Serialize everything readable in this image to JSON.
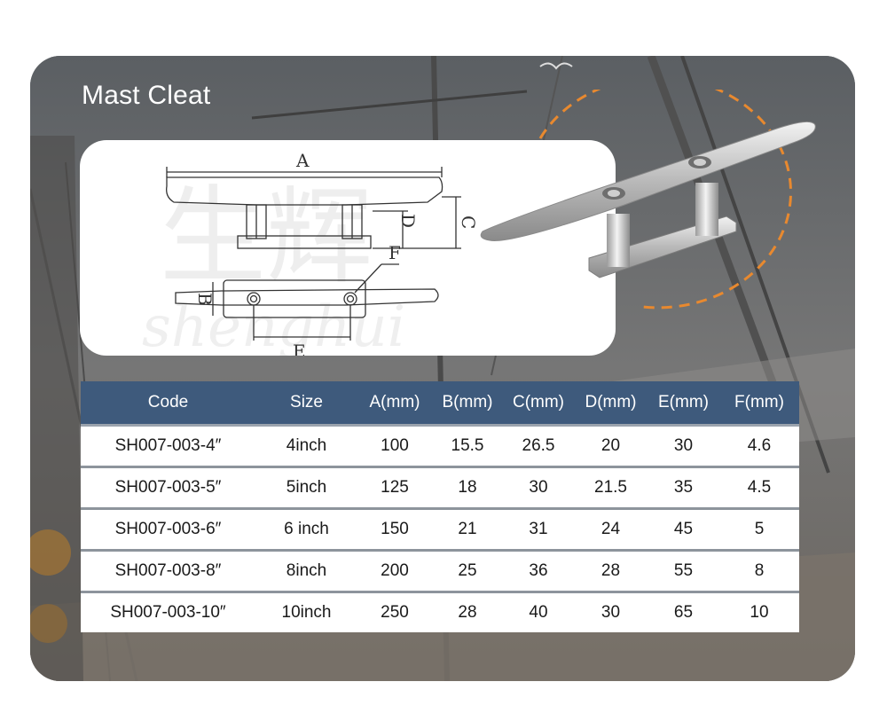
{
  "title": "Mast Cleat",
  "diagram": {
    "labels": {
      "a": "A",
      "b": "B",
      "c": "C",
      "d": "D",
      "e": "E",
      "f": "F"
    },
    "watermark": {
      "chinese": "生辉",
      "latin": "shenghui"
    }
  },
  "table": {
    "headers": [
      "Code",
      "Size",
      "A(mm)",
      "B(mm)",
      "C(mm)",
      "D(mm)",
      "E(mm)",
      "F(mm)"
    ],
    "rows": [
      [
        "SH007-003-4″",
        "4inch",
        "100",
        "15.5",
        "26.5",
        "20",
        "30",
        "4.6"
      ],
      [
        "SH007-003-5″",
        "5inch",
        "125",
        "18",
        "30",
        "21.5",
        "35",
        "4.5"
      ],
      [
        "SH007-003-6″",
        "6 inch",
        "150",
        "21",
        "31",
        "24",
        "45",
        "5"
      ],
      [
        "SH007-003-8″",
        "8inch",
        "200",
        "25",
        "36",
        "28",
        "55",
        "8"
      ],
      [
        "SH007-003-10″",
        "10inch",
        "250",
        "28",
        "40",
        "30",
        "65",
        "10"
      ]
    ]
  },
  "colors": {
    "header_bg": "#3e5a7c",
    "accent_dashed": "#e8892f"
  }
}
